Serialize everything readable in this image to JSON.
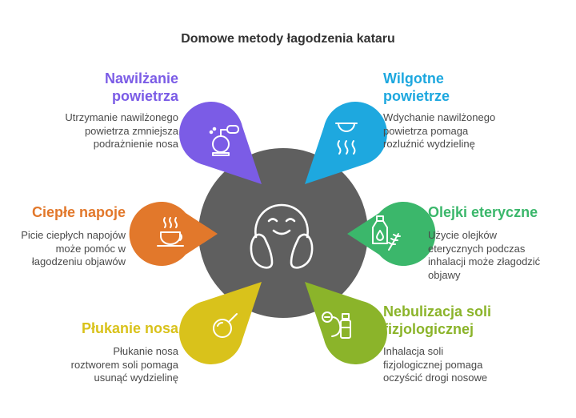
{
  "title": "Domowe metody łagodzenia kataru",
  "colors": {
    "hub": "#5f5f5f",
    "hub_line": "#ffffff",
    "icon_line": "#ffffff"
  },
  "items": [
    {
      "key": "nawilzanie",
      "color": "#7b5ce6",
      "icon": "humidifier-icon",
      "label_lines": [
        "Nawilżanie",
        "powietrza"
      ],
      "desc_lines": [
        "Utrzymanie nawilżonego",
        "powietrza zmniejsza",
        "podrażnienie nosa"
      ]
    },
    {
      "key": "wilgotne",
      "color": "#1ea8df",
      "icon": "steam-bowl-icon",
      "label_lines": [
        "Wilgotne",
        "powietrze"
      ],
      "desc_lines": [
        "Wdychanie nawilżonego",
        "powietrza pomaga",
        "rozluźnić wydzielinę"
      ]
    },
    {
      "key": "napoje",
      "color": "#e2782b",
      "icon": "hot-cup-icon",
      "label_lines": [
        "Ciepłe napoje"
      ],
      "desc_lines": [
        "Picie ciepłych napojów",
        "może pomóc w",
        "łagodzeniu objawów"
      ]
    },
    {
      "key": "olejki",
      "color": "#3bb76b",
      "icon": "oil-bottle-icon",
      "label_lines": [
        "Olejki eteryczne"
      ],
      "desc_lines": [
        "Użycie olejków",
        "eterycznych podczas",
        "inhalacji może złagodzić",
        "objawy"
      ]
    },
    {
      "key": "plukanie",
      "color": "#d9c21b",
      "icon": "nasal-bulb-icon",
      "label_lines": [
        "Płukanie nosa"
      ],
      "desc_lines": [
        "Płukanie nosa",
        "roztworem soli pomaga",
        "usunąć wydzielinę"
      ]
    },
    {
      "key": "nebulizacja",
      "color": "#8bb42a",
      "icon": "nebulizer-icon",
      "label_lines": [
        "Nebulizacja soli",
        "fizjologicznej"
      ],
      "desc_lines": [
        "Inhalacja soli",
        "fizjologicznej pomaga",
        "oczyścić drogi nosowe"
      ]
    }
  ]
}
